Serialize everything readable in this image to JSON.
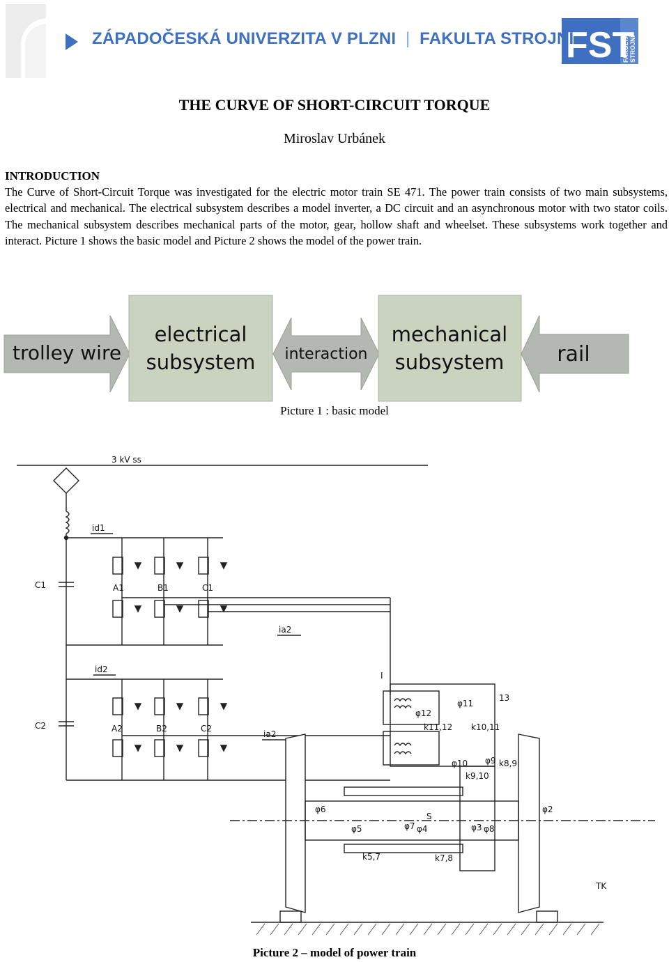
{
  "header": {
    "university": "ZÁPADOČESKÁ UNIVERZITA V PLZNI",
    "faculty": "FAKULTA STROJNÍ",
    "logo_text": "FST",
    "logo_side_1": "FAKULTA",
    "logo_side_2": "STROJNÍ",
    "accent_color": "#3f6fc1"
  },
  "paper": {
    "title": "THE CURVE OF SHORT-CIRCUIT TORQUE",
    "author": "Miroslav Urbánek",
    "section_heading": "INTRODUCTION",
    "intro_text": "The Curve of Short-Circuit Torque was investigated for the electric motor train SE 471. The power train consists of two main subsystems, electrical and mechanical. The electrical subsystem describes a model inverter, a DC circuit and an asynchronous motor with two stator coils. The mechanical subsystem describes mechanical parts of the motor, gear, hollow shaft and wheelset. These subsystems work together and interact. Picture 1 shows the basic model and Picture 2 shows the model of the power train."
  },
  "picture1": {
    "trolley": "trolley wire",
    "electrical_1": "electrical",
    "electrical_2": "subsystem",
    "interaction": "interaction",
    "mechanical_1": "mechanical",
    "mechanical_2": "subsystem",
    "rail": "rail",
    "caption": "Picture 1 : basic model",
    "box_fill": "#c9d3c0",
    "arrow_fill": "#b4b8b2"
  },
  "picture2": {
    "supply": "3 kV ss",
    "c1": "C1",
    "c2": "C2",
    "a1": "A1",
    "b1": "B1",
    "c1_phase": "C1",
    "a2": "A2",
    "b2": "B2",
    "c2_phase": "C2",
    "id1": "id1",
    "id2": "id2",
    "ia2_top": "ia2",
    "ia2_bottom": "ia2",
    "label_I": "I",
    "label_13": "13",
    "label_TK": "TK",
    "label_S": "S",
    "phi_labels": [
      "φ6",
      "φ5",
      "φ7",
      "φ4",
      "φ3",
      "φ8",
      "φ2",
      "φ10",
      "φ9",
      "φ11",
      "φ12"
    ],
    "k_labels": [
      "k5,7",
      "k7,8",
      "k9,10",
      "k8,9",
      "k10,11",
      "k11,12"
    ],
    "caption_prefix": "Picture 2",
    "caption_dash": "–",
    "caption_rest": "model of power train"
  }
}
